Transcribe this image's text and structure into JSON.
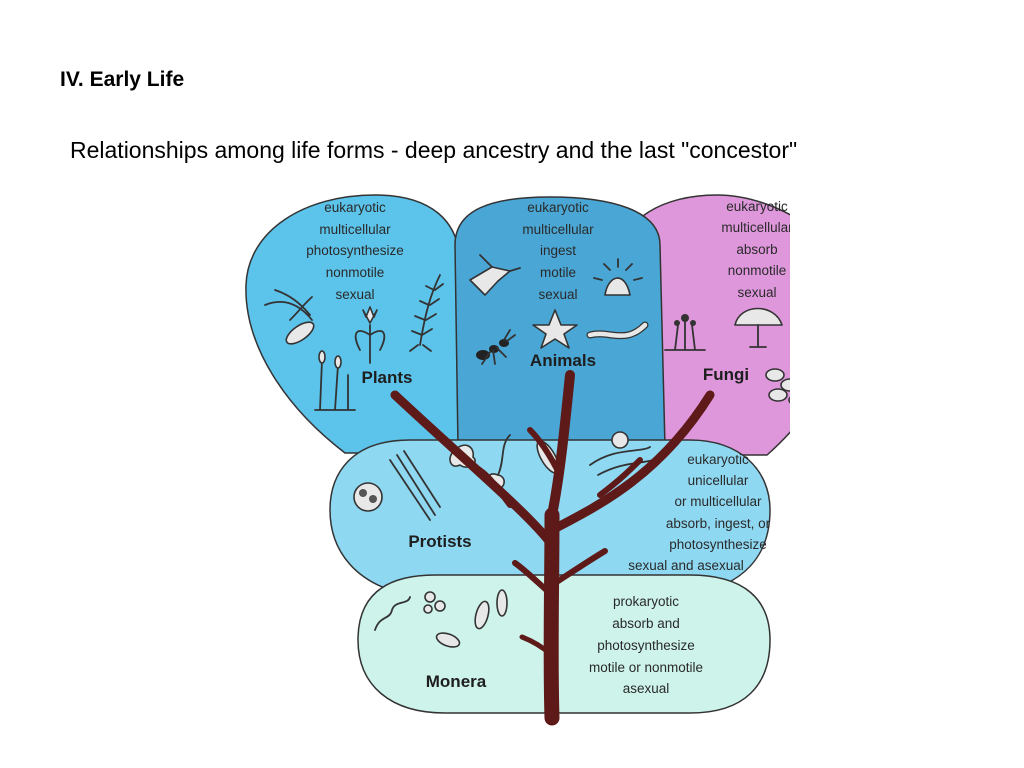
{
  "slide": {
    "heading": "IV. Early Life",
    "subtitle": "Relationships among life forms - deep ancestry and the last \"concestor\""
  },
  "diagram": {
    "colors": {
      "plants": "#5cc3ea",
      "animals": "#4aa6d4",
      "fungi": "#df97dc",
      "protists": "#8fd8f2",
      "monera": "#cdf3ea",
      "trunk": "#5e1a18"
    },
    "kingdoms": {
      "plants": {
        "name": "Plants",
        "traits": [
          "eukaryotic",
          "multicellular",
          "photosynthesize",
          "nonmotile",
          "sexual"
        ]
      },
      "animals": {
        "name": "Animals",
        "traits": [
          "eukaryotic",
          "multicellular",
          "ingest",
          "motile",
          "sexual"
        ]
      },
      "fungi": {
        "name": "Fungi",
        "traits": [
          "eukaryotic",
          "multicellular",
          "absorb",
          "nonmotile",
          "sexual"
        ]
      },
      "protists": {
        "name": "Protists",
        "traits": [
          "eukaryotic",
          "unicellular",
          "or multicellular",
          "absorb, ingest, or",
          "photosynthesize",
          "sexual and asexual"
        ]
      },
      "monera": {
        "name": "Monera",
        "traits": [
          "prokaryotic",
          "absorb and",
          "photosynthesize",
          "motile or nonmotile",
          "asexual"
        ]
      }
    }
  }
}
